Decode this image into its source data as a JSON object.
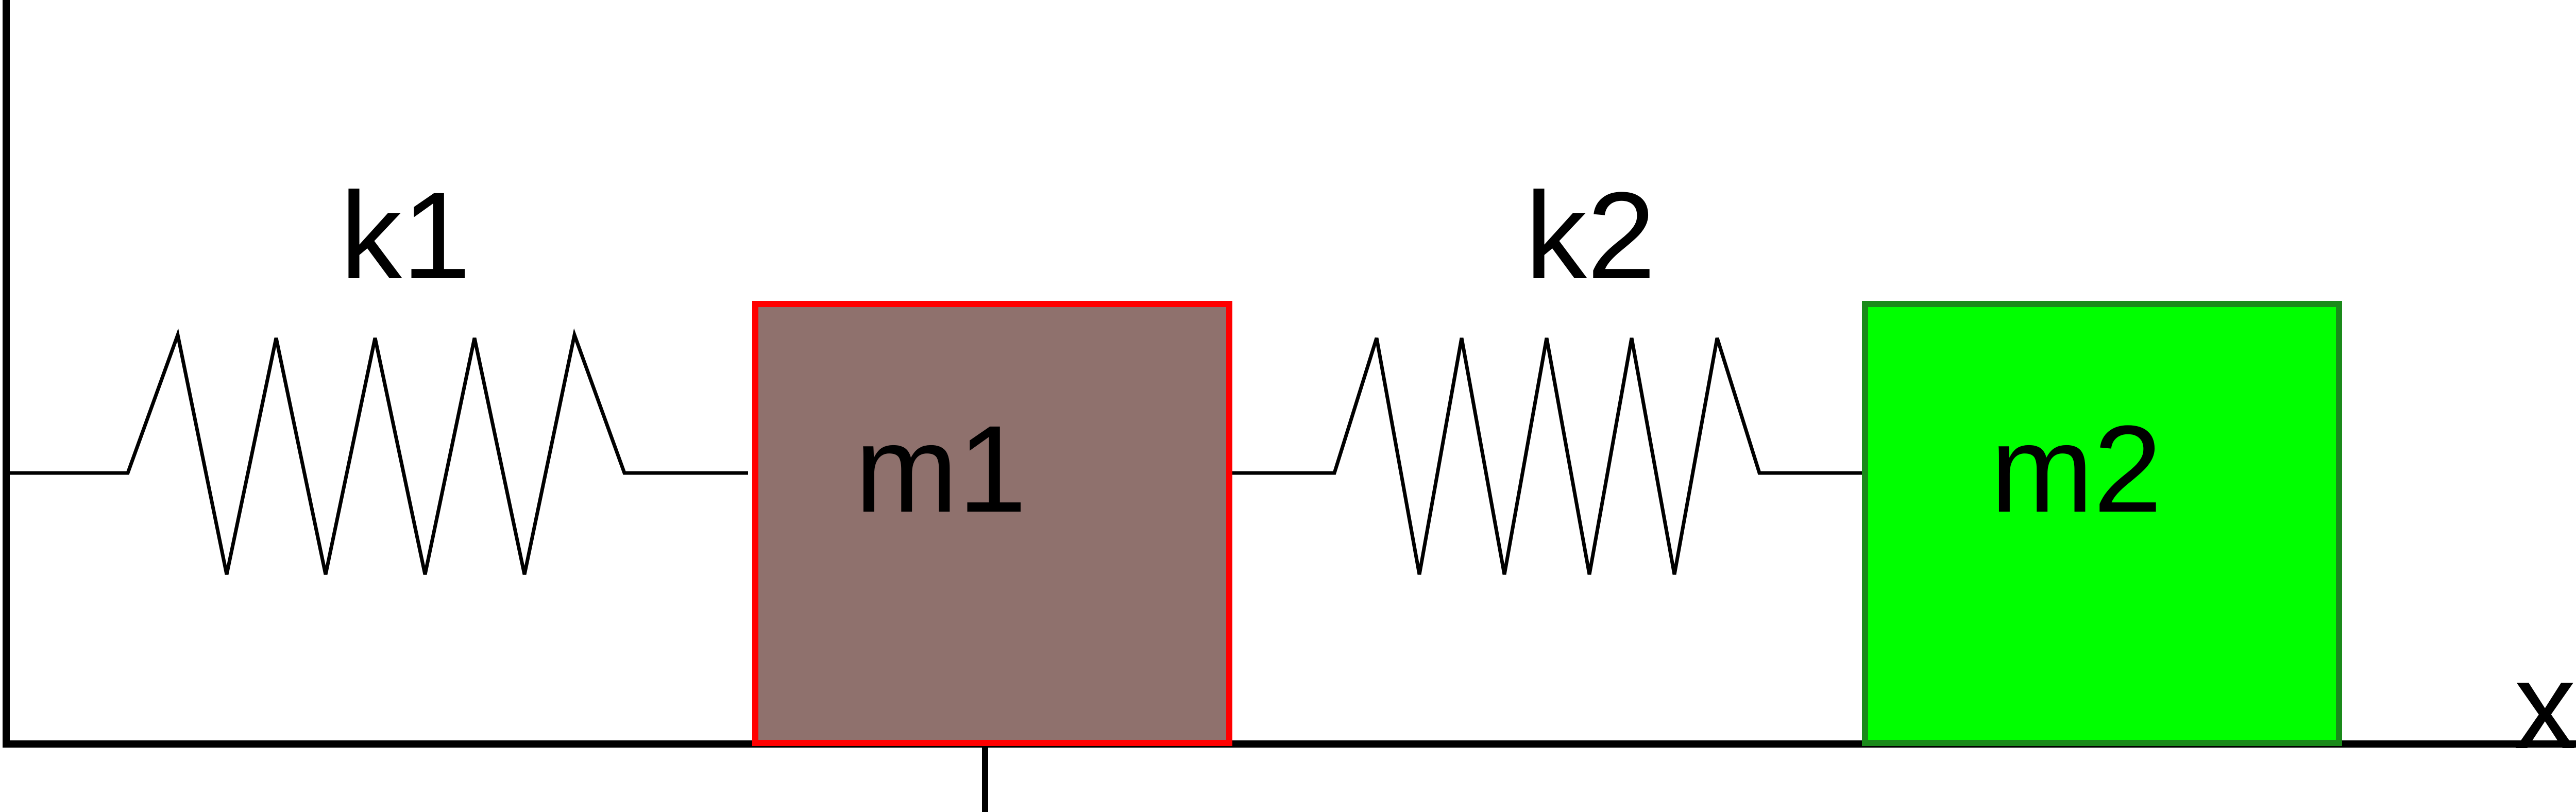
{
  "labels": {
    "spring_1": "k1",
    "spring_2": "k2",
    "mass_1": "m1",
    "mass_2": "m2",
    "axis": "x"
  },
  "colors": {
    "mass_1_fill": "#8f716d",
    "mass_1_border": "#ff0000",
    "mass_2_fill": "#00ff00",
    "mass_2_border": "#1a8a1a",
    "line": "#000000",
    "background": "#ffffff"
  }
}
